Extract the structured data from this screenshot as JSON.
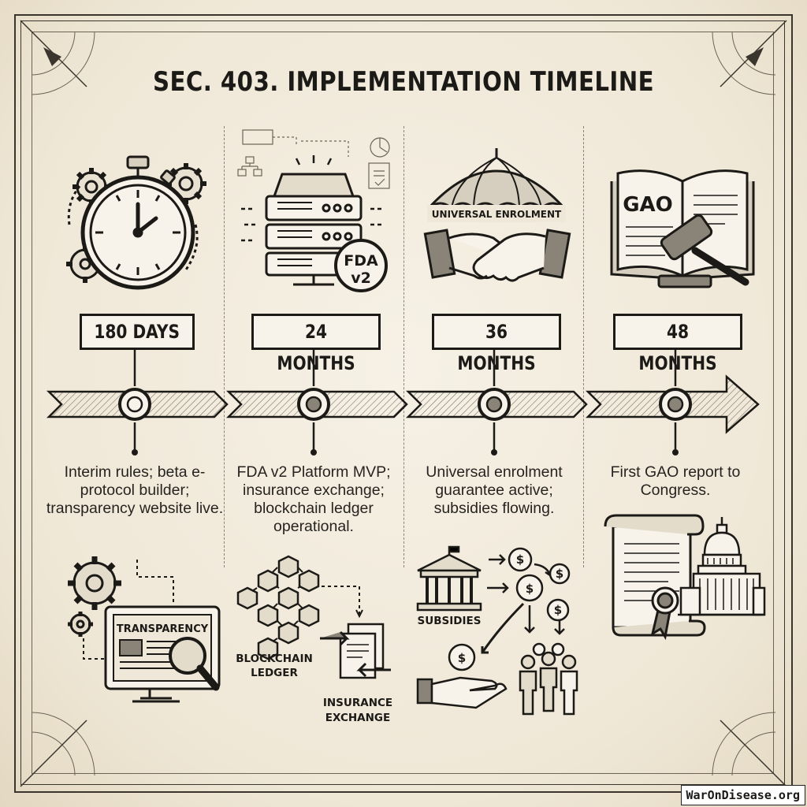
{
  "title": "SEC. 403. IMPLEMENTATION TIMELINE",
  "milestones": [
    {
      "label": "180 DAYS",
      "description": "Interim rules; beta e-protocol builder; transparency website live."
    },
    {
      "label": "24 MONTHS",
      "description": "FDA v2 Platform MVP; insurance exchange; blockchain ledger operational."
    },
    {
      "label": "36 MONTHS",
      "description": "Universal enrolment guarantee active; subsidies flowing."
    },
    {
      "label": "48 MONTHS",
      "description": "First GAO report to Congress."
    }
  ],
  "icon_labels": {
    "fda_line1": "FDA",
    "fda_line2": "v2",
    "umbrella": "UNIVERSAL ENROLMENT",
    "gao": "GAO",
    "transparency": "TRANSPARENCY",
    "blockchain_line1": "BLOCKCHAIN",
    "blockchain_line2": "LEDGER",
    "insurance_line1": "INSURANCE",
    "insurance_line2": "EXCHANGE",
    "subsidies": "SUBSIDIES",
    "dollar": "$"
  },
  "icons": [
    "stopwatch-icon",
    "gears-icon",
    "server-icon",
    "umbrella-icon",
    "handshake-icon",
    "book-icon",
    "gavel-icon",
    "monitor-icon",
    "magnifier-icon",
    "blockchain-icon",
    "documents-icon",
    "bank-icon",
    "coins-icon",
    "hand-icon",
    "people-icon",
    "scroll-icon",
    "capitol-icon",
    "ribbon-seal-icon"
  ],
  "credit": "WarOnDisease.org"
}
